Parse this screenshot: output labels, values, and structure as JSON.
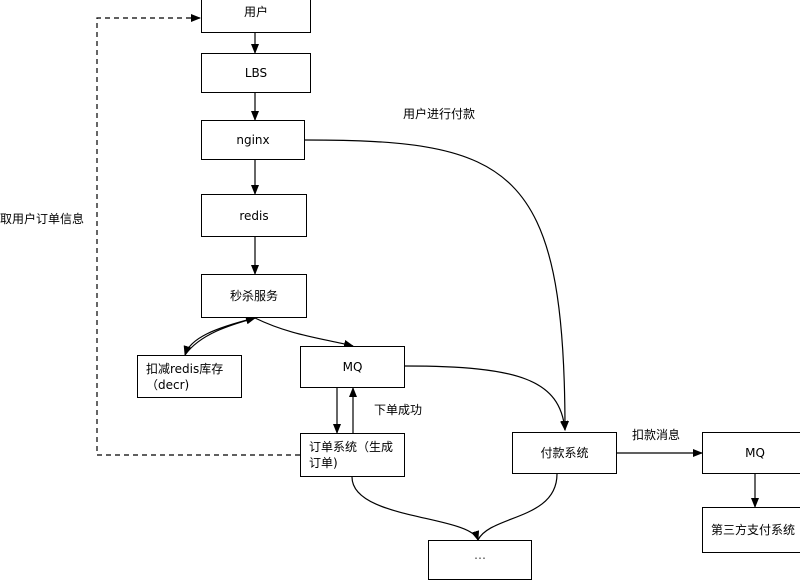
{
  "nodes": {
    "user": "用户",
    "lbs": "LBS",
    "nginx": "nginx",
    "redis": "redis",
    "seckill": "秒杀服务",
    "deduct_redis": "扣减redis库存（decr)",
    "mq1": "MQ",
    "order_system": "订单系统（生成订单)",
    "payment_system": "付款系统",
    "mq2": "MQ",
    "third_party_pay": "第三方支付系统",
    "bottom_partial": "…"
  },
  "edge_labels": {
    "user_pay": "用户进行付款",
    "user_order_info": "获取用户订单信息",
    "order_success": "下单成功",
    "deduct_message": "扣款消息"
  }
}
